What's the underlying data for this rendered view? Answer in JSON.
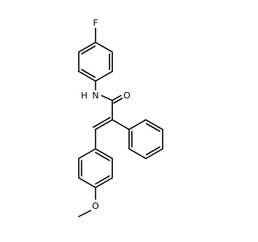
{
  "molecule": {
    "atoms": {
      "fluorine": "F",
      "nitrogen": "N",
      "hydrogen": "H",
      "oxygen_carbonyl": "O",
      "oxygen_methoxy": "O"
    },
    "colors": {
      "bond": "#000000",
      "label": "#000000",
      "background": "#ffffff"
    }
  }
}
